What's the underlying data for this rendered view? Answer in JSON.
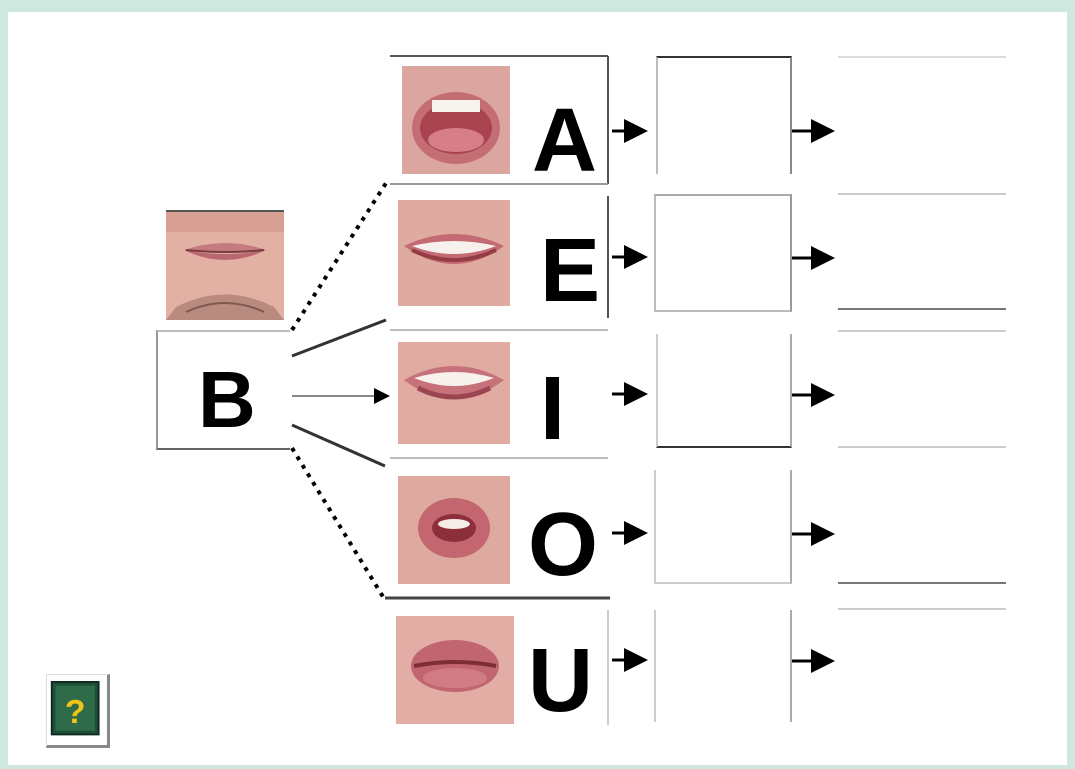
{
  "consonant": {
    "letter": "B",
    "image_icon": "closed-lips-face"
  },
  "vowels": [
    {
      "letter": "A",
      "image_icon": "open-mouth-a-lips"
    },
    {
      "letter": "E",
      "image_icon": "wide-smile-e-lips"
    },
    {
      "letter": "I",
      "image_icon": "smile-i-lips"
    },
    {
      "letter": "O",
      "image_icon": "round-o-lips"
    },
    {
      "letter": "U",
      "image_icon": "pursed-u-lips"
    }
  ],
  "help": {
    "icon": "help-question-icon"
  },
  "colors": {
    "frame_border": "#cfe8df",
    "line": "#6e6e6e",
    "answer_line": "#9a9a9a",
    "skin": "#e7b5a8",
    "lip": "#c96b73",
    "teeth": "#f6f2ee"
  }
}
